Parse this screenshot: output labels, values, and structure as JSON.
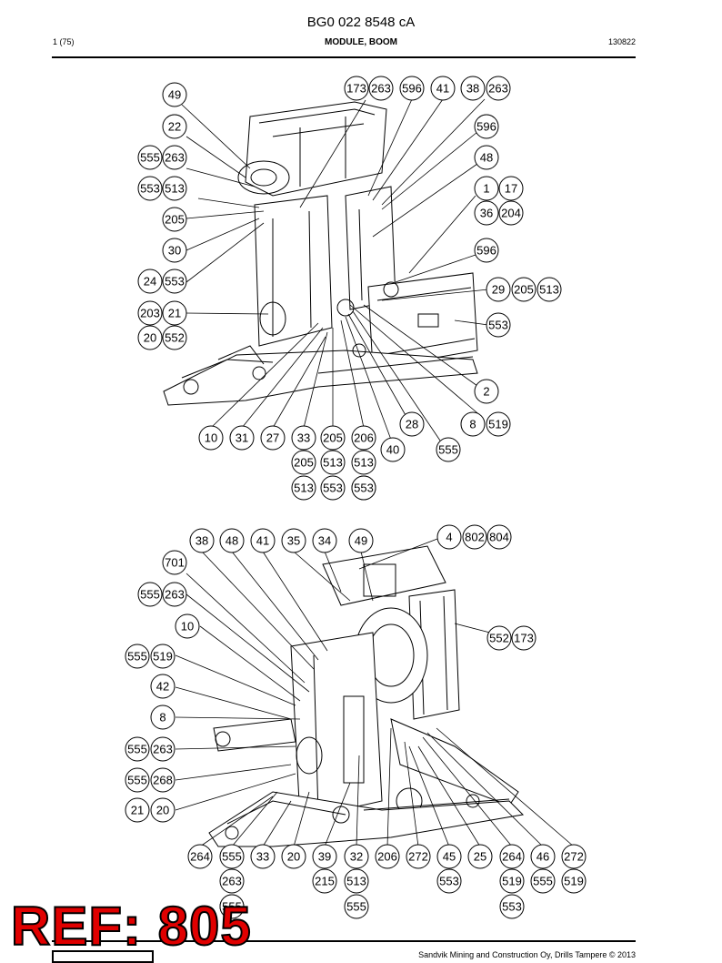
{
  "header": {
    "doc_title": "BG0 022 8548 cA",
    "page_number": "1 (75)",
    "module": "MODULE, BOOM",
    "date_code": "130822"
  },
  "footer": {
    "company": "Sandvik Mining and Construction Oy, Drills Tampere © 2013"
  },
  "stamp": {
    "text": "REF: 805",
    "color": "#e00000"
  },
  "diagram_top": {
    "bubbles": [
      "49",
      "22",
      "555",
      "263",
      "553",
      "513",
      "205",
      "30",
      "24",
      "553",
      "203",
      "21",
      "20",
      "552",
      "173",
      "263",
      "596",
      "41",
      "38",
      "263",
      "596",
      "48",
      "1",
      "17",
      "36",
      "204",
      "596",
      "29",
      "205",
      "513",
      "553",
      "2",
      "28",
      "8",
      "519",
      "555",
      "40",
      "10",
      "31",
      "27",
      "33",
      "205",
      "206",
      "205",
      "513",
      "513",
      "513",
      "553",
      "553",
      "553"
    ]
  },
  "diagram_bottom": {
    "bubbles": [
      "38",
      "48",
      "41",
      "35",
      "34",
      "49",
      "4",
      "802",
      "804",
      "701",
      "555",
      "263",
      "10",
      "555",
      "519",
      "42",
      "8",
      "555",
      "263",
      "555",
      "268",
      "21",
      "20",
      "552",
      "173",
      "264",
      "555",
      "33",
      "20",
      "39",
      "32",
      "206",
      "272",
      "45",
      "25",
      "264",
      "46",
      "272",
      "263",
      "215",
      "513",
      "553",
      "519",
      "555",
      "519",
      "555",
      "553",
      "555",
      "555"
    ]
  }
}
